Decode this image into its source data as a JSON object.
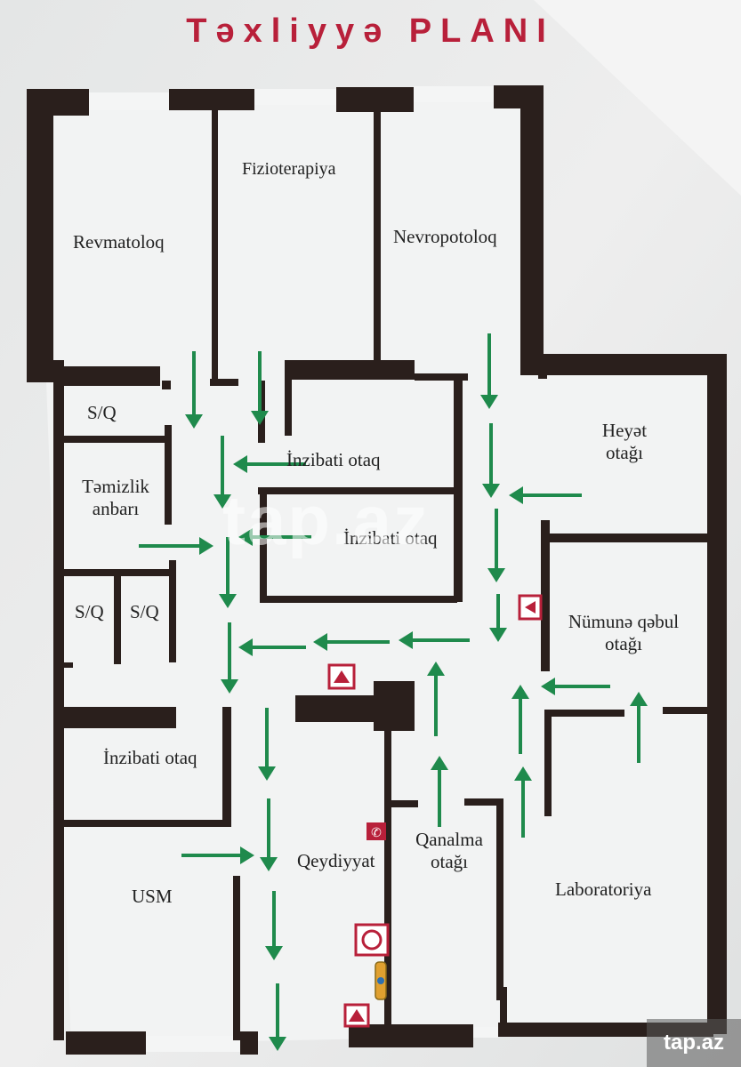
{
  "title": "Təxliyyə PLANI",
  "rooms": {
    "revmatoloq": "Revmatoloq",
    "fizioterapiya": "Fizioterapiya",
    "nevropotoloq": "Nevropotoloq",
    "sq1": "S/Q",
    "temizlik_1": "Təmizlik",
    "temizlik_2": "anbarı",
    "sq2": "S/Q",
    "sq3": "S/Q",
    "inzibati_upper": "İnzibati otaq",
    "inzibati_lower": "İnzibati otaq",
    "heyet_1": "Heyət",
    "heyet_2": "otağı",
    "numune_1": "Nümunə qəbul",
    "numune_2": "otağı",
    "inzibati_left": "İnzibati otaq",
    "usm": "USM",
    "qeydiyyat": "Qeydiyyat",
    "qanalma_1": "Qanalma",
    "qanalma_2": "otağı",
    "laboratoriya": "Laboratoriya"
  },
  "watermark": "tap.az",
  "brand": "tap.az",
  "colors": {
    "title": "#b8203a",
    "walls": "#2a1f1c",
    "arrows": "#1f8a4c",
    "safety": "#b8203a"
  },
  "icons": [
    "fire-alarm-icon",
    "phone-icon",
    "fire-hose-icon",
    "fire-extinguisher-icon",
    "emergency-exit-icon"
  ]
}
